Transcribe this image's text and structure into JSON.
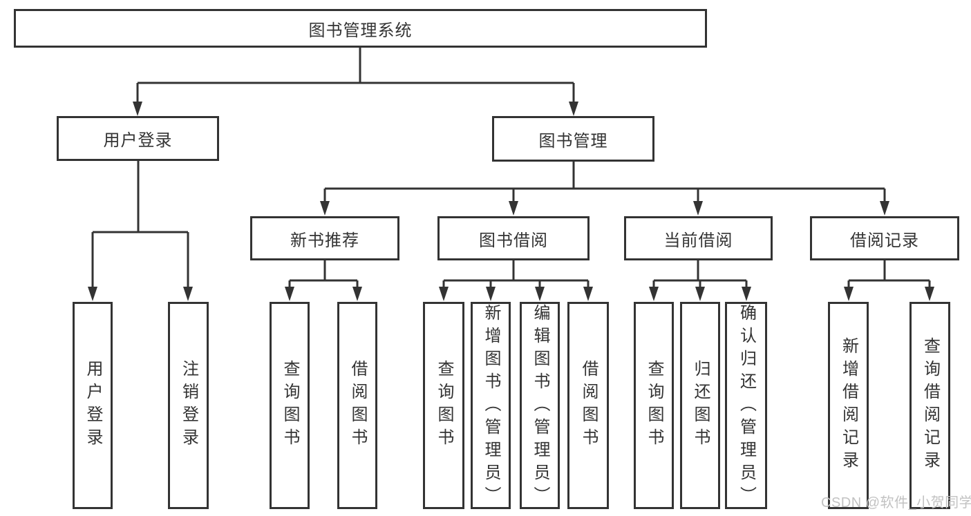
{
  "diagram": {
    "title": "图书管理系统",
    "branches": {
      "user_login": {
        "label": "用户登录",
        "children": [
          "用户登录",
          "注销登录"
        ]
      },
      "book_management": {
        "label": "图书管理",
        "modules": {
          "new_book_recommend": {
            "label": "新书推荐",
            "children": [
              "查询图书",
              "借阅图书"
            ]
          },
          "book_borrow": {
            "label": "图书借阅",
            "children": [
              "查询图书",
              "新增图书（管理员）",
              "编辑图书（管理员）",
              "借阅图书"
            ]
          },
          "current_borrow": {
            "label": "当前借阅",
            "children": [
              "查询图书",
              "归还图书",
              "确认归还（管理员）"
            ]
          },
          "borrow_records": {
            "label": "借阅记录",
            "children": [
              "新增借阅记录",
              "查询借阅记录"
            ]
          }
        }
      }
    },
    "colors": {
      "line": "#333333",
      "box_border": "#333333",
      "text": "#333333",
      "watermark": "#c2c2c2"
    }
  },
  "watermark": "CSDN @软件_小贺同学"
}
